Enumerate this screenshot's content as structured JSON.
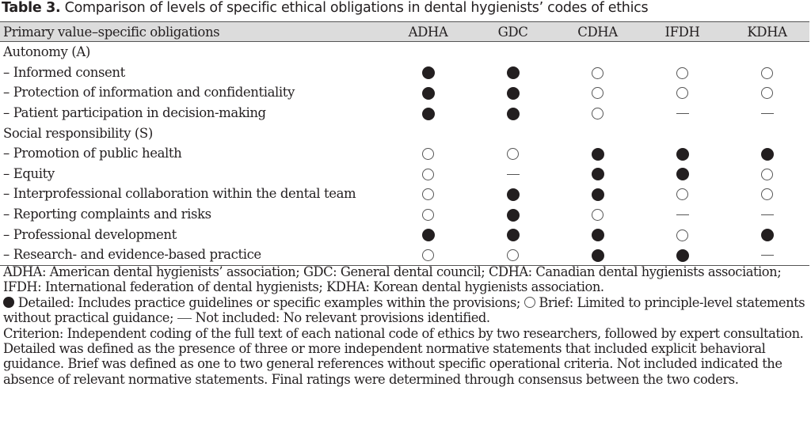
{
  "title": {
    "label": "Table 3.",
    "text": "Comparison of levels of specific ethical obligations in dental hygienists’ codes of ethics"
  },
  "header": {
    "first": "Primary value–specific obligations",
    "columns": [
      "ADHA",
      "GDC",
      "CDHA",
      "IFDH",
      "KDHA"
    ]
  },
  "groups": [
    {
      "name": "Autonomy (A)",
      "rows": [
        {
          "label": "– Informed consent",
          "values": [
            "detailed",
            "detailed",
            "brief",
            "brief",
            "brief"
          ]
        },
        {
          "label": "– Protection of information and confidentiality",
          "values": [
            "detailed",
            "detailed",
            "brief",
            "brief",
            "brief"
          ]
        },
        {
          "label": "– Patient participation in decision-making",
          "values": [
            "detailed",
            "detailed",
            "brief",
            "none",
            "none"
          ]
        }
      ]
    },
    {
      "name": "Social responsibility (S)",
      "rows": [
        {
          "label": "– Promotion of public health",
          "values": [
            "brief",
            "brief",
            "detailed",
            "detailed",
            "detailed"
          ]
        },
        {
          "label": "– Equity",
          "values": [
            "brief",
            "none",
            "detailed",
            "detailed",
            "brief"
          ]
        },
        {
          "label": "– Interprofessional collaboration within the dental team",
          "values": [
            "brief",
            "detailed",
            "detailed",
            "brief",
            "brief"
          ]
        },
        {
          "label": "– Reporting complaints and risks",
          "values": [
            "brief",
            "detailed",
            "brief",
            "none",
            "none"
          ]
        },
        {
          "label": "– Professional development",
          "values": [
            "detailed",
            "detailed",
            "detailed",
            "brief",
            "detailed"
          ]
        },
        {
          "label": "– Research- and evidence-based practice",
          "values": [
            "brief",
            "brief",
            "detailed",
            "detailed",
            "none"
          ]
        }
      ]
    }
  ],
  "notes": {
    "abbrev": "ADHA: American dental hygienists’ association; GDC: General dental council; CDHA: Canadian dental hygienists association; IFDH: International federation of dental hygienists; KDHA: Korean dental hygienists association.",
    "detailed": "Detailed: Includes practice guidelines or specific examples within the provisions;",
    "brief": "Brief: Limited to principle-level statements without practical guidance;",
    "none": "Not included: No relevant provisions identified.",
    "criterion": "Criterion: Independent coding of the full text of each national code of ethics by two researchers, followed by expert consultation. Detailed was defined as the presence of three or more independent normative statements that included explicit behavioral guidance. Brief was defined as one to two general references without specific operational criteria. Not included indicated the absence of relevant normative statements. Final ratings were determined through consensus between the two coders."
  }
}
